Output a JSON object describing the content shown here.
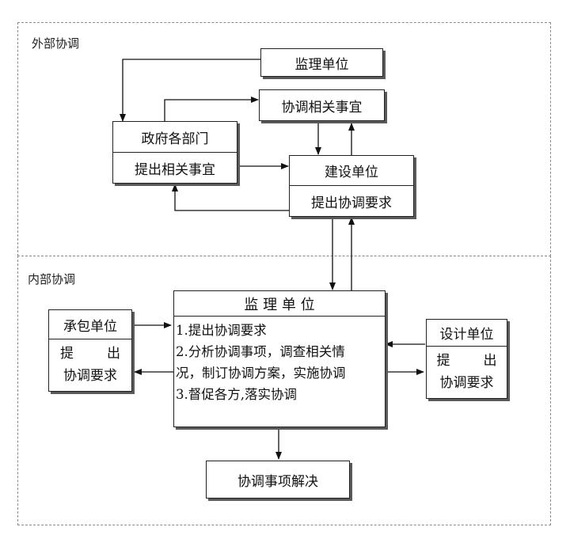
{
  "zones": {
    "external_label": "外部协调",
    "internal_label": "内部协调"
  },
  "nodes": {
    "supervisor_top": "监理单位",
    "coord_matters": "协调相关事宜",
    "gov_title": "政府各部门",
    "gov_action": "提出相关事宜",
    "owner_title": "建设单位",
    "owner_action": "提出协调要求",
    "contractor_title": "承包单位",
    "contractor_action_a": "提",
    "contractor_action_b": "出",
    "contractor_action_c": "协调要求",
    "designer_title": "设计单位",
    "designer_action_a": "提",
    "designer_action_b": "出",
    "designer_action_c": "协调要求",
    "supervisor_main_title": "监 理 单 位",
    "supervisor_main_lines": [
      "1.提出协调要求",
      "2.分析协调事项，调查相关情",
      "况，制订协调方案，实施协调",
      "3.督促各方,落实协调"
    ],
    "resolved": "协调事项解决"
  },
  "colors": {
    "line": "#111111",
    "shadow": "#5a5a5a",
    "zone_border": "#8a8a8a"
  }
}
